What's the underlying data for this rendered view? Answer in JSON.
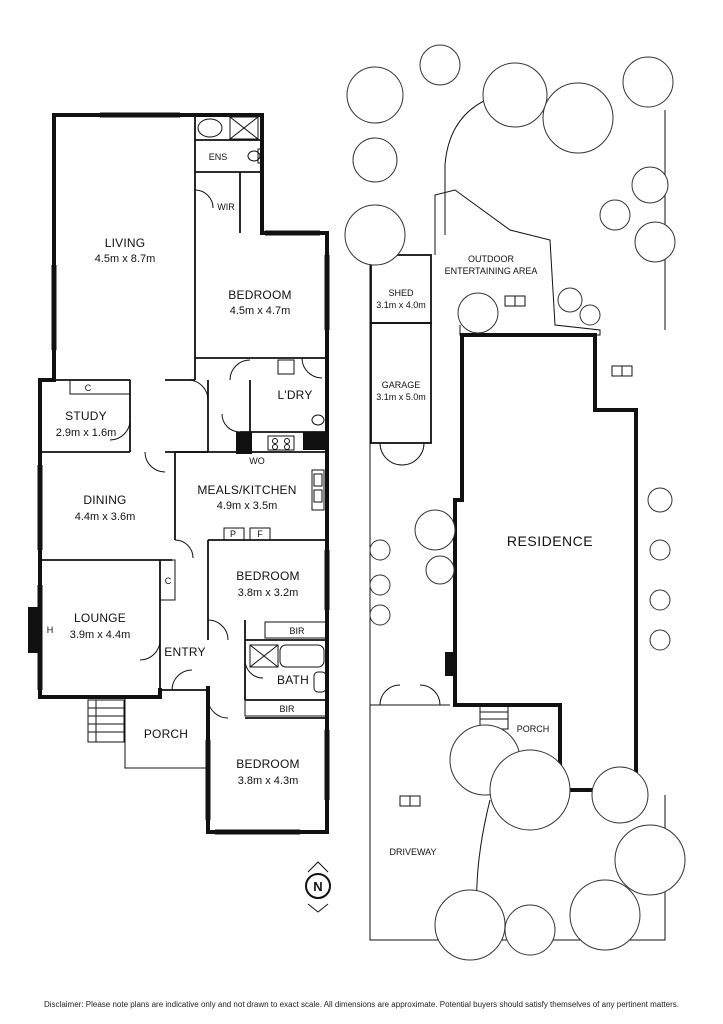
{
  "rooms": {
    "living": {
      "name": "LIVING",
      "dim": "4.5m x 8.7m"
    },
    "ens": {
      "name": "ENS"
    },
    "wir": {
      "name": "WIR"
    },
    "bedroom1": {
      "name": "BEDROOM",
      "dim": "4.5m x 4.7m"
    },
    "study": {
      "name": "STUDY",
      "dim": "2.9m x 1.6m"
    },
    "ldry": {
      "name": "L'DRY"
    },
    "dining": {
      "name": "DINING",
      "dim": "4.4m x 3.6m"
    },
    "meals": {
      "name": "MEALS/KITCHEN",
      "dim": "4.9m x 3.5m"
    },
    "bedroom2": {
      "name": "BEDROOM",
      "dim": "3.8m x 3.2m"
    },
    "lounge": {
      "name": "LOUNGE",
      "dim": "3.9m x 4.4m"
    },
    "entry": {
      "name": "ENTRY"
    },
    "bath": {
      "name": "BATH"
    },
    "porch": {
      "name": "PORCH"
    },
    "bedroom3": {
      "name": "BEDROOM",
      "dim": "3.8m x 4.3m"
    }
  },
  "fixtures": {
    "c1": "C",
    "c2": "C",
    "wo": "WO",
    "p": "P",
    "f": "F",
    "h": "H",
    "bir1": "BIR",
    "bir2": "BIR"
  },
  "site": {
    "shed": {
      "name": "SHED",
      "dim": "3.1m x 4.0m"
    },
    "garage": {
      "name": "GARAGE",
      "dim": "3.1m x 5.0m"
    },
    "outdoor_line1": "OUTDOOR",
    "outdoor_line2": "ENTERTAINING AREA",
    "residence": "RESIDENCE",
    "porch": "PORCH",
    "driveway": "DRIVEWAY"
  },
  "north": "N",
  "disclaimer": "Disclaimer: Please note plans are indicative only and not drawn to exact scale. All dimensions are approximate. Potential buyers should satisfy themselves of any pertinent matters."
}
